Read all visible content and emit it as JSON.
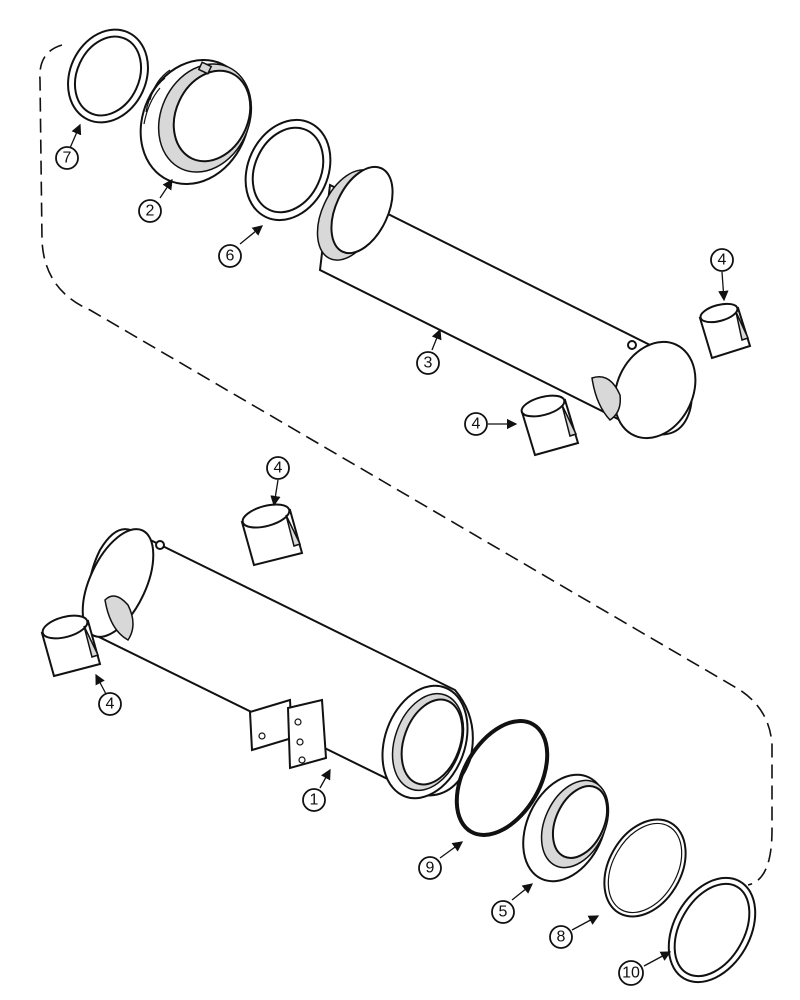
{
  "callouts": {
    "c7": "7",
    "c2": "2",
    "c6": "6",
    "c3": "3",
    "c4a": "4",
    "c4b": "4",
    "c4c": "4",
    "c4d": "4",
    "c1": "1",
    "c9": "9",
    "c5": "5",
    "c8": "8",
    "c10": "10"
  }
}
